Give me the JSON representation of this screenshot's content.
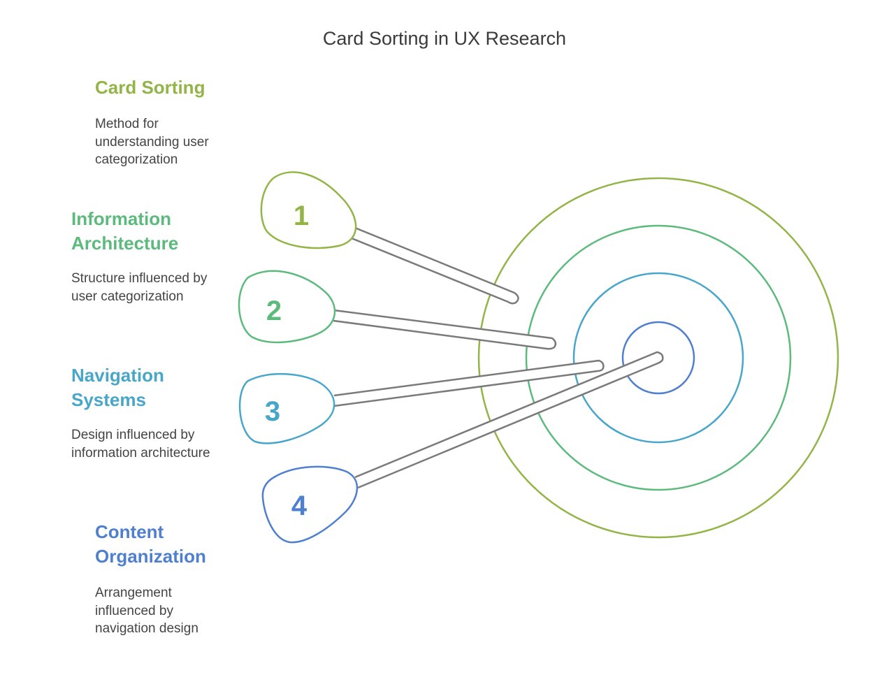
{
  "title": "Card Sorting in UX Research",
  "colors": {
    "step1": "#93b547",
    "step2": "#5cba7d",
    "step3": "#48a6c9",
    "step4": "#4f7fcf",
    "stick": "#7a7a7a"
  },
  "steps": [
    {
      "number": "1",
      "heading": "Card Sorting",
      "description": "Method for understanding user categorization"
    },
    {
      "number": "2",
      "heading": "Information Architecture",
      "description": "Structure influenced by user categorization"
    },
    {
      "number": "3",
      "heading": "Navigation Systems",
      "description": "Design influenced by information architecture"
    },
    {
      "number": "4",
      "heading": "Content Organization",
      "description": "Arrangement influenced by navigation design"
    }
  ]
}
